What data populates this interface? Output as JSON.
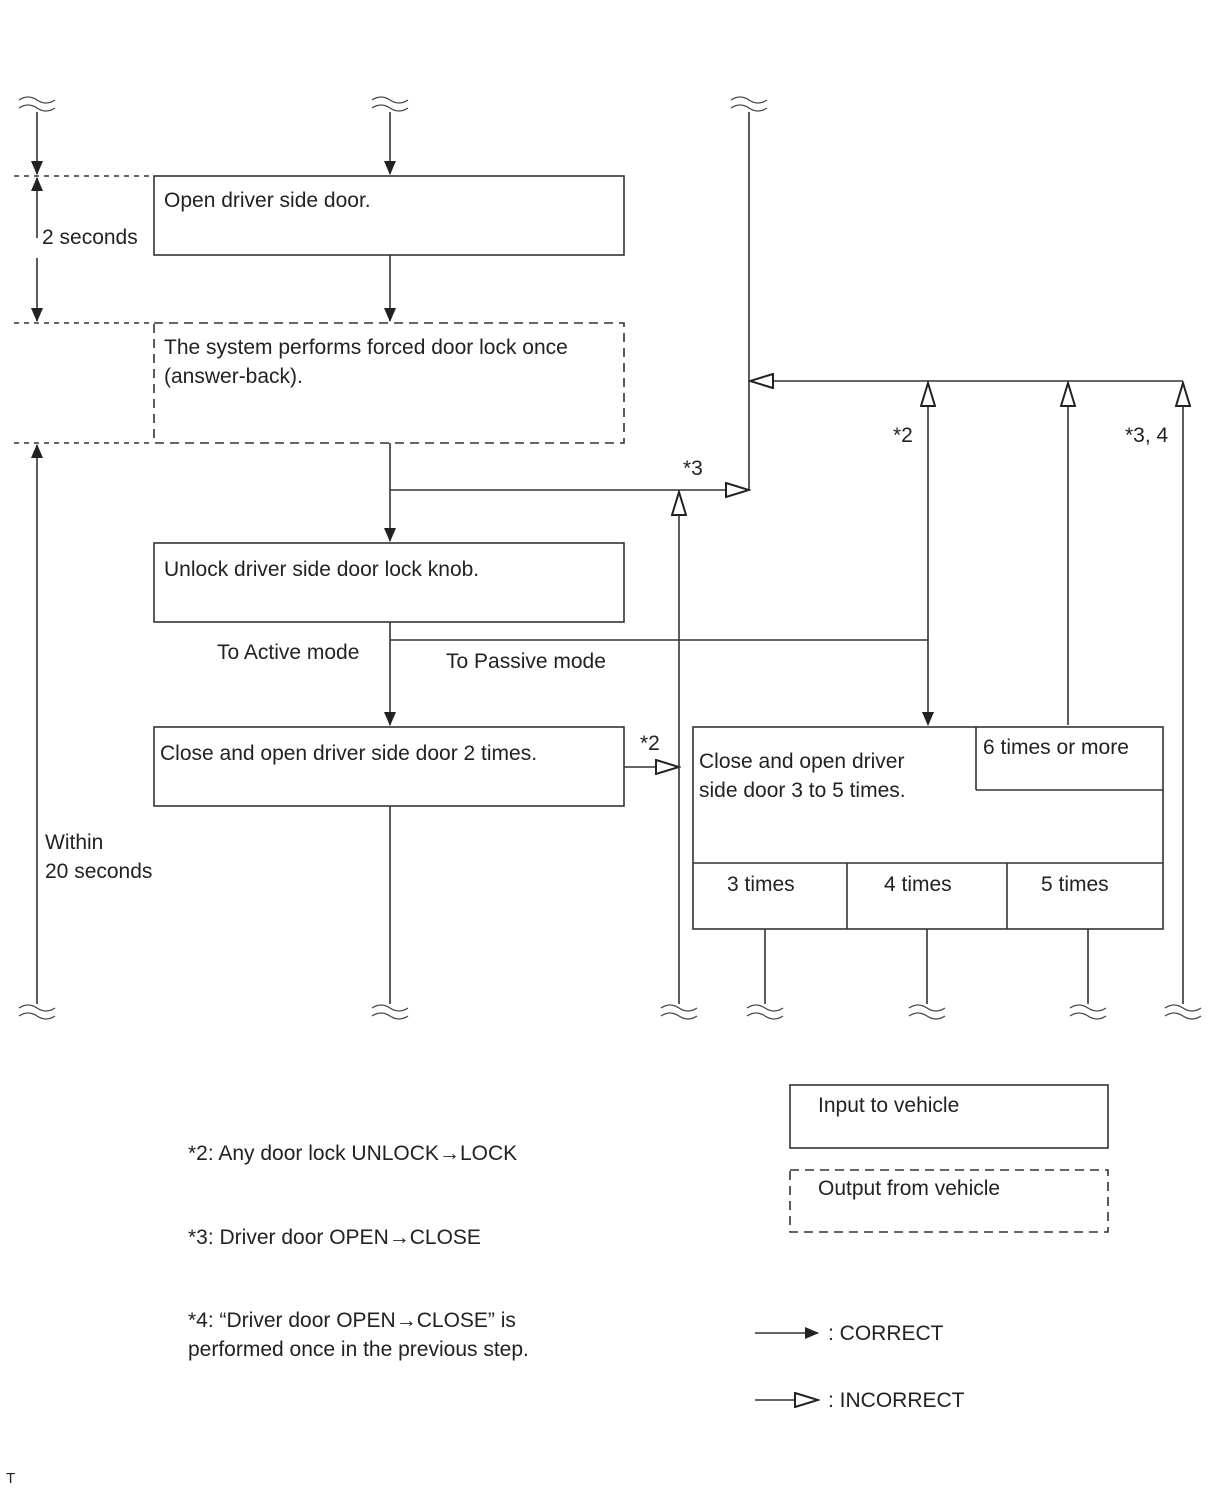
{
  "steps": {
    "open_door": "Open driver side door.",
    "forced_lock": "The system performs forced door lock once\n(answer-back).",
    "unlock_knob": "Unlock driver side door lock knob.",
    "close_open_2": "Close and open driver side door 2 times.",
    "close_open_3_5": "Close and open driver\nside door 3 to 5 times.",
    "six_or_more": "6 times or more",
    "three_times": "3 times",
    "four_times": "4 times",
    "five_times": "5 times"
  },
  "labels": {
    "two_seconds": "2 seconds",
    "within_20": "Within\n20 seconds",
    "active_mode": "To Active mode",
    "passive_mode": "To Passive mode",
    "mark_3_top": "*3",
    "mark_2_right": "*2",
    "mark_34": "*3, 4",
    "mark_2_mid": "*2"
  },
  "notes": [
    "*2: Any door lock UNLOCK→LOCK",
    "*3: Driver door OPEN→CLOSE",
    "*4: “Driver door OPEN→CLOSE” is\n     performed once in the previous step."
  ],
  "legend": {
    "input": "Input to vehicle",
    "output": "Output from vehicle",
    "correct": ": CORRECT",
    "incorrect": ": INCORRECT"
  },
  "corner_mark": "T"
}
